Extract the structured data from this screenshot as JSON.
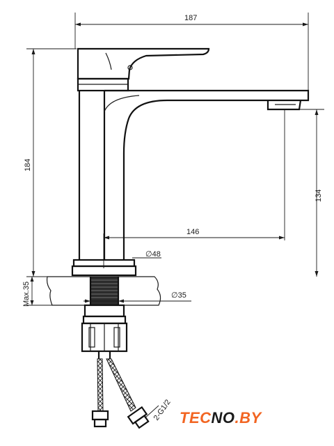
{
  "dimensions": {
    "overall_width": "187",
    "overall_height": "184",
    "spout_height": "134",
    "spout_reach": "146",
    "base_diameter": "∅48",
    "hole_diameter": "∅35",
    "max_thickness": "Max.35",
    "connection": "2-G1/2"
  },
  "brand": {
    "part1": "TEC",
    "part2": "NO",
    "part3": ".BY"
  },
  "colors": {
    "brand_orange": "#f26522",
    "line": "#1a1a1a",
    "countertop_fill": "#e6e6e6"
  }
}
